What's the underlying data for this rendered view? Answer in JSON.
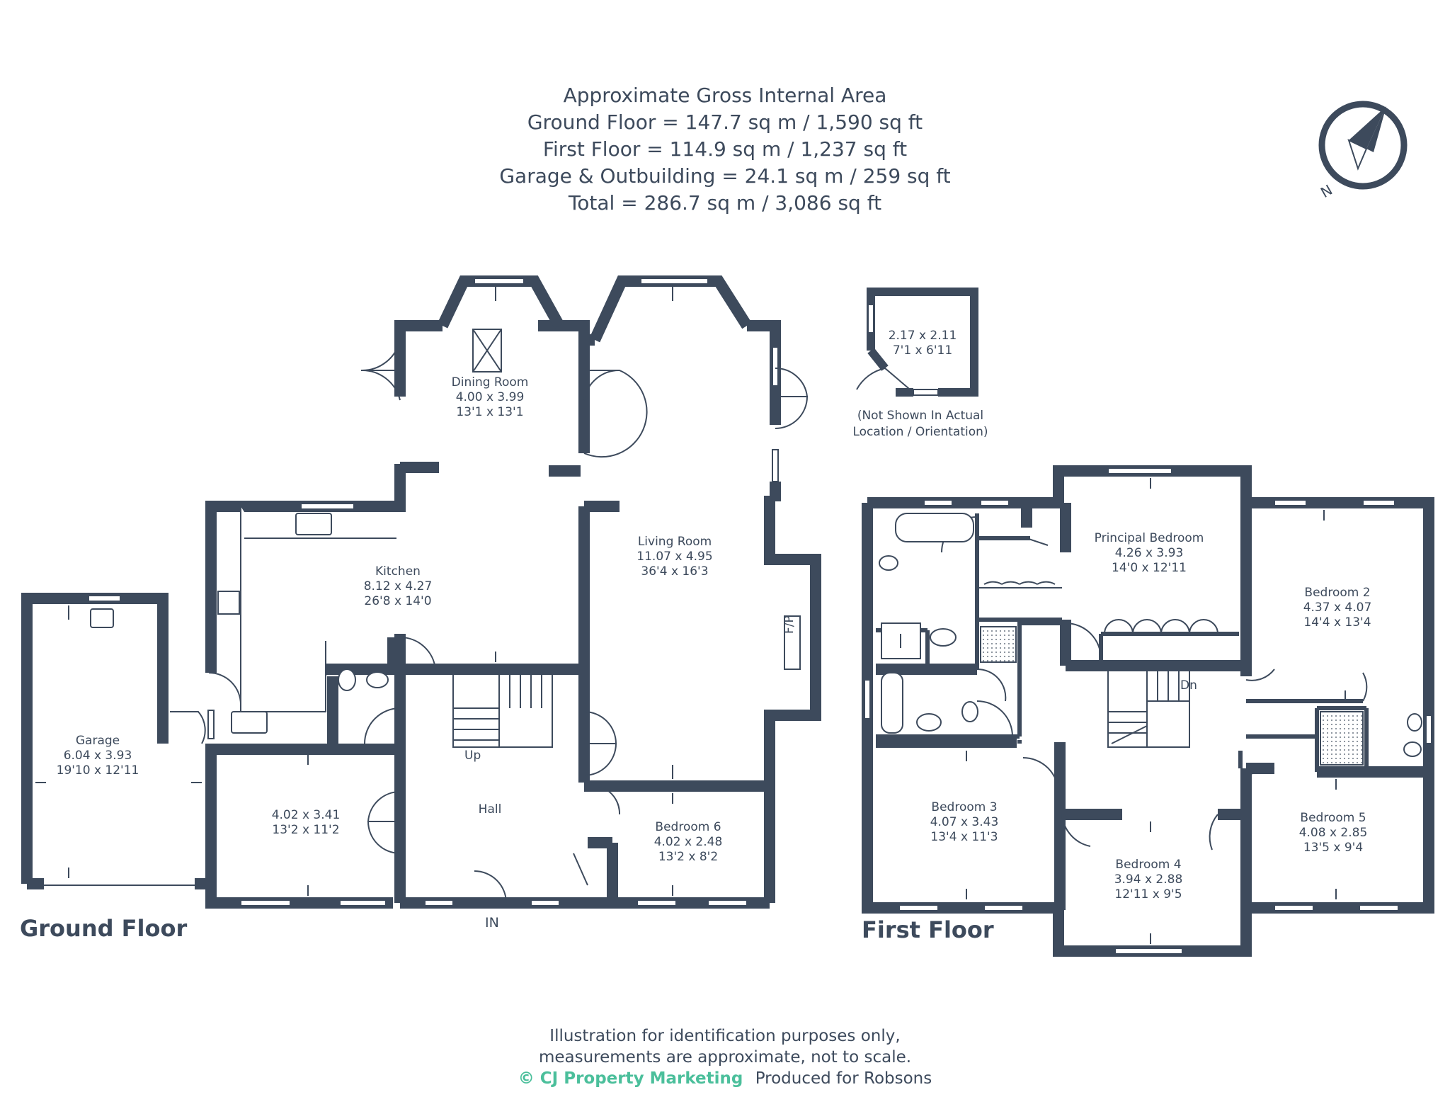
{
  "header": {
    "title": "Approximate Gross Internal Area",
    "ground": "Ground Floor = 147.7 sq m / 1,590 sq ft",
    "first": "First Floor = 114.9 sq m / 1,237 sq ft",
    "garage": "Garage & Outbuilding = 24.1 sq m / 259 sq ft",
    "total": "Total = 286.7 sq m / 3,086 sq ft"
  },
  "compass": {
    "label": "N"
  },
  "floors": {
    "ground": "Ground Floor",
    "first": "First Floor"
  },
  "rooms": {
    "dining": {
      "name": "Dining Room",
      "metric": "4.00 x 3.99",
      "imperial": "13'1 x 13'1"
    },
    "living": {
      "name": "Living Room",
      "metric": "11.07 x 4.95",
      "imperial": "36'4 x 16'3"
    },
    "kitchen": {
      "name": "Kitchen",
      "metric": "8.12 x 4.27",
      "imperial": "26'8 x 14'0"
    },
    "garage": {
      "name": "Garage",
      "metric": "6.04 x 3.93",
      "imperial": "19'10 x 12'11"
    },
    "study": {
      "metric": "4.02 x 3.41",
      "imperial": "13'2 x 11'2"
    },
    "hall": {
      "name": "Hall"
    },
    "bedroom6": {
      "name": "Bedroom 6",
      "metric": "4.02 x 2.48",
      "imperial": "13'2 x 8'2"
    },
    "outbuilding": {
      "metric": "2.17 x 2.11",
      "imperial": "7'1 x 6'11"
    },
    "principal": {
      "name": "Principal Bedroom",
      "metric": "4.26 x 3.93",
      "imperial": "14'0 x 12'11"
    },
    "bedroom2": {
      "name": "Bedroom 2",
      "metric": "4.37 x 4.07",
      "imperial": "14'4 x 13'4"
    },
    "bedroom3": {
      "name": "Bedroom 3",
      "metric": "4.07 x 3.43",
      "imperial": "13'4 x 11'3"
    },
    "bedroom4": {
      "name": "Bedroom 4",
      "metric": "3.94 x 2.88",
      "imperial": "12'11 x 9'5"
    },
    "bedroom5": {
      "name": "Bedroom 5",
      "metric": "4.08 x 2.85",
      "imperial": "13'5 x 9'4"
    }
  },
  "labels": {
    "up": "Up",
    "dn": "Dn",
    "in": "IN",
    "fp": "F/P",
    "note_line1": "(Not Shown In Actual",
    "note_line2": "Location / Orientation)"
  },
  "footer": {
    "line1": "Illustration for identification purposes only,",
    "line2": "measurements are approximate, not to scale.",
    "brand": "© CJ Property Marketing",
    "produced": "Produced for Robsons"
  },
  "colors": {
    "wall": "#3d4a5c",
    "text": "#3d4a5c",
    "brand": "#4bbf9b"
  }
}
